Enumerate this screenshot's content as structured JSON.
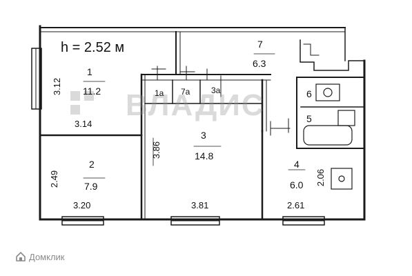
{
  "plan": {
    "ceiling_height": "h = 2.52 м",
    "rooms": [
      {
        "number": "1",
        "area": "11.2"
      },
      {
        "number": "2",
        "area": "7.9"
      },
      {
        "number": "3",
        "area": "14.8"
      },
      {
        "number": "4",
        "area": "6.0"
      },
      {
        "number": "5",
        "area": ""
      },
      {
        "number": "6",
        "area": ""
      },
      {
        "number": "7",
        "area": "6.3"
      },
      {
        "number": "1а",
        "area": ""
      },
      {
        "number": "7а",
        "area": ""
      },
      {
        "number": "3а",
        "area": ""
      }
    ],
    "dimensions": {
      "room1_height": "3.12",
      "room1_width": "3.14",
      "room2_height": "2.49",
      "room2_width": "3.20",
      "room3_height": "3.86",
      "room3_width": "3.81",
      "room4_width": "2.61",
      "room4_height": "2.06"
    }
  },
  "watermark": {
    "text": "ВЛАДИС"
  },
  "brand": {
    "name": "Домклик",
    "icon": "house-icon"
  },
  "colors": {
    "line": "#1a1a1a",
    "background": "#ffffff",
    "watermark": "#9a9a9a"
  }
}
